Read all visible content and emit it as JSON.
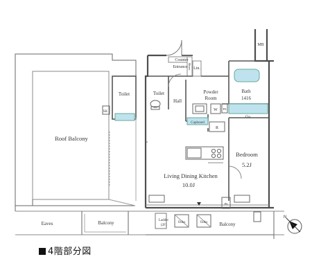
{
  "rooms": {
    "roof_balcony": "Roof Balcony",
    "toilet_left": "Toilet",
    "sk": "SK",
    "eaves": "Eaves",
    "balcony_left": "Balcony",
    "mb": "MB",
    "counter": "Counter",
    "entrance": "Entrance",
    "shoes": "Shoes",
    "lin": "Lin.",
    "toilet": "Toilet",
    "hall": "Hall",
    "powder_room_1": "Powder",
    "powder_room_2": "Room",
    "bath": "Bath",
    "bath_size": "1416",
    "w": "W",
    "ps1": "PS",
    "clo": "Clo.",
    "cupboard": "Cupboard",
    "r": "R",
    "bedroom": "Bedroom",
    "bedroom_size": "5.2J",
    "ldk": "Living Dining Kitchen",
    "ldk_size": "10.0J",
    "ps2": "PS",
    "ladder": "Ladder",
    "ladder_num": "(2F)",
    "hatch1": "Ooks",
    "hatch2": "Ooks",
    "balcony_right": "Balcony"
  },
  "caption": "4階部分図",
  "compass": "N",
  "colors": {
    "wall": "#555555",
    "fixture": "#bfe3ee",
    "line": "#6a6a6a"
  }
}
